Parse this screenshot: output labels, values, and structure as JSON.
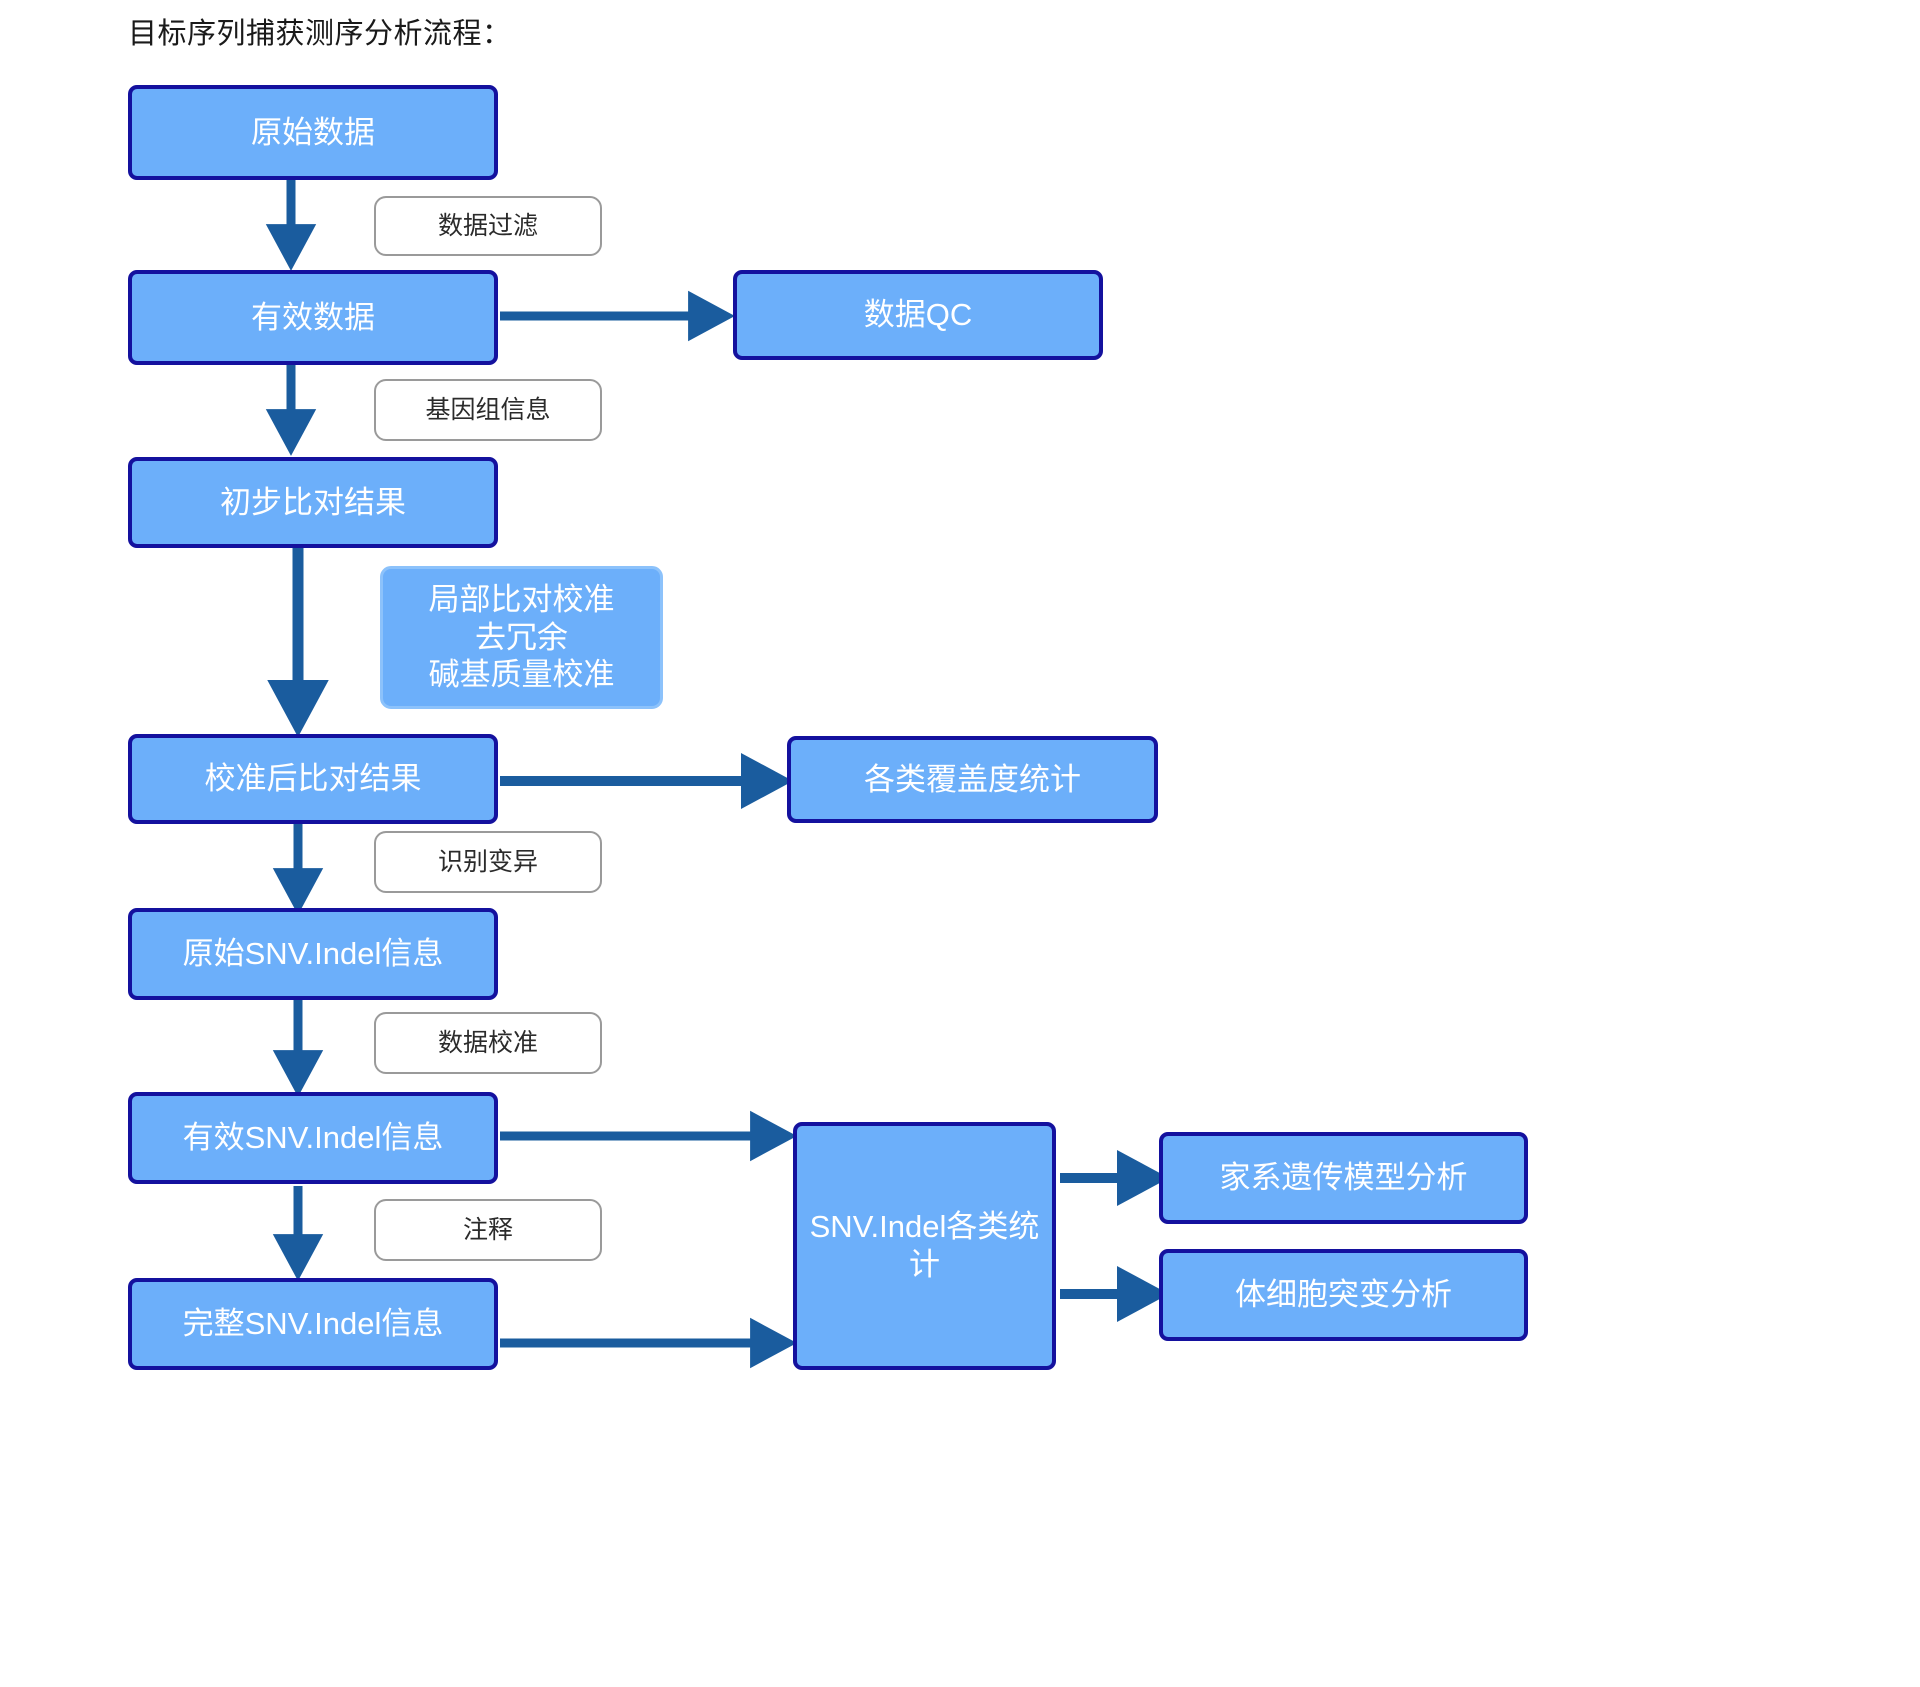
{
  "page": {
    "title": "目标序列捕获测序分析流程：",
    "background": "#ffffff"
  },
  "colors": {
    "node_fill": "#6caffa",
    "node_border": "#14119e",
    "soft_border": "#8cc2fb",
    "label_border": "#9a9a9a",
    "label_fill": "#ffffff",
    "arrow": "#1a5c9e",
    "node_text": "#ffffff",
    "label_text": "#2b2b2b",
    "title_text": "#1a1a1a"
  },
  "diagram": {
    "type": "flowchart",
    "orientation": "top-to-bottom with right branches",
    "nodes": [
      {
        "id": "raw-data",
        "label": "原始数据",
        "kind": "primary"
      },
      {
        "id": "valid-data",
        "label": "有效数据",
        "kind": "primary"
      },
      {
        "id": "data-qc",
        "label": "数据QC",
        "kind": "primary"
      },
      {
        "id": "initial-align",
        "label": "初步比对结果",
        "kind": "primary"
      },
      {
        "id": "realign-soft",
        "label": "局部比对校准\n去冗余\n碱基质量校准",
        "kind": "soft"
      },
      {
        "id": "calibrated-align",
        "label": "校准后比对结果",
        "kind": "primary"
      },
      {
        "id": "coverage-stats",
        "label": "各类覆盖度统计",
        "kind": "primary"
      },
      {
        "id": "raw-snv-indel",
        "label": "原始SNV.Indel信息",
        "kind": "primary"
      },
      {
        "id": "valid-snv-indel",
        "label": "有效SNV.Indel信息",
        "kind": "primary"
      },
      {
        "id": "full-snv-indel",
        "label": "完整SNV.Indel信息",
        "kind": "primary"
      },
      {
        "id": "snv-indel-stats",
        "label": "SNV.Indel各类统计",
        "kind": "primary"
      },
      {
        "id": "pedigree",
        "label": "家系遗传模型分析",
        "kind": "primary"
      },
      {
        "id": "somatic",
        "label": "体细胞突变分析",
        "kind": "primary"
      }
    ],
    "edge_labels": [
      {
        "id": "filter",
        "label": "数据过滤",
        "between": "raw-data -> valid-data"
      },
      {
        "id": "genome-info",
        "label": "基因组信息",
        "between": "valid-data -> initial-align"
      },
      {
        "id": "call-variant",
        "label": "识别变异",
        "between": "calibrated-align -> raw-snv-indel"
      },
      {
        "id": "recalibrate",
        "label": "数据校准",
        "between": "raw-snv-indel -> valid-snv-indel"
      },
      {
        "id": "annotate",
        "label": "注释",
        "between": "valid-snv-indel -> full-snv-indel"
      }
    ],
    "edges": [
      {
        "from": "raw-data",
        "to": "valid-data",
        "direction": "down"
      },
      {
        "from": "valid-data",
        "to": "data-qc",
        "direction": "right"
      },
      {
        "from": "valid-data",
        "to": "initial-align",
        "direction": "down"
      },
      {
        "from": "initial-align",
        "to": "calibrated-align",
        "direction": "down"
      },
      {
        "from": "calibrated-align",
        "to": "coverage-stats",
        "direction": "right"
      },
      {
        "from": "calibrated-align",
        "to": "raw-snv-indel",
        "direction": "down"
      },
      {
        "from": "raw-snv-indel",
        "to": "valid-snv-indel",
        "direction": "down"
      },
      {
        "from": "valid-snv-indel",
        "to": "snv-indel-stats",
        "direction": "right"
      },
      {
        "from": "valid-snv-indel",
        "to": "full-snv-indel",
        "direction": "down"
      },
      {
        "from": "full-snv-indel",
        "to": "snv-indel-stats",
        "direction": "right"
      },
      {
        "from": "snv-indel-stats",
        "to": "pedigree",
        "direction": "right"
      },
      {
        "from": "snv-indel-stats",
        "to": "somatic",
        "direction": "right"
      }
    ]
  }
}
